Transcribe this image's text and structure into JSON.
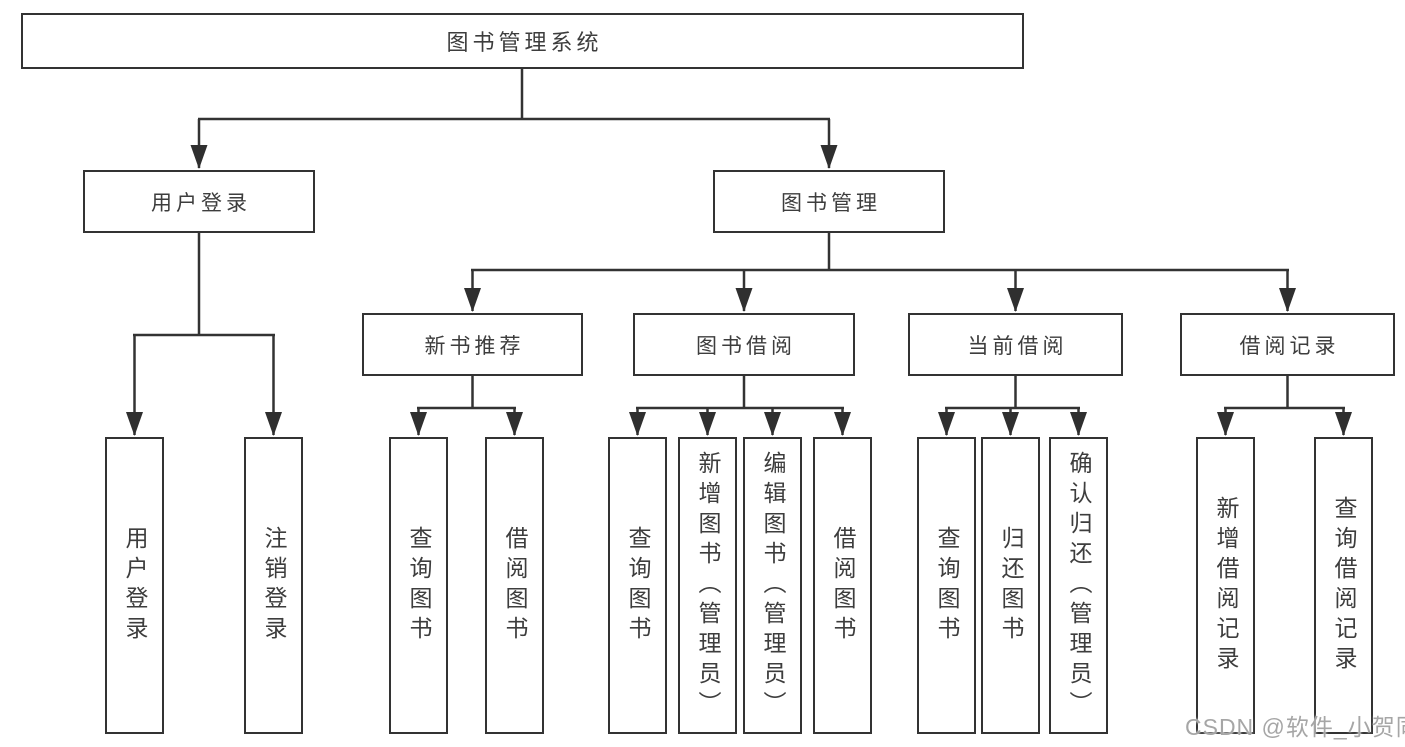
{
  "tree": {
    "root": "图书管理系统",
    "children": [
      {
        "label": "用户登录",
        "children": [
          "用户登录",
          "注销登录"
        ]
      },
      {
        "label": "图书管理",
        "children": [
          {
            "label": "新书推荐",
            "children": [
              "查询图书",
              "借阅图书"
            ]
          },
          {
            "label": "图书借阅",
            "children": [
              "查询图书",
              "新增图书（管理员）",
              "编辑图书（管理员）",
              "借阅图书"
            ]
          },
          {
            "label": "当前借阅",
            "children": [
              "查询图书",
              "归还图书",
              "确认归还（管理员）"
            ]
          },
          {
            "label": "借阅记录",
            "children": [
              "新增借阅记录",
              "查询借阅记录"
            ]
          }
        ]
      }
    ]
  },
  "colors": {
    "line": "#333333",
    "box_border": "#333333",
    "text": "#3d3d3d",
    "watermark": "#969696"
  },
  "watermark": "CSDN @软件_小贺同学"
}
